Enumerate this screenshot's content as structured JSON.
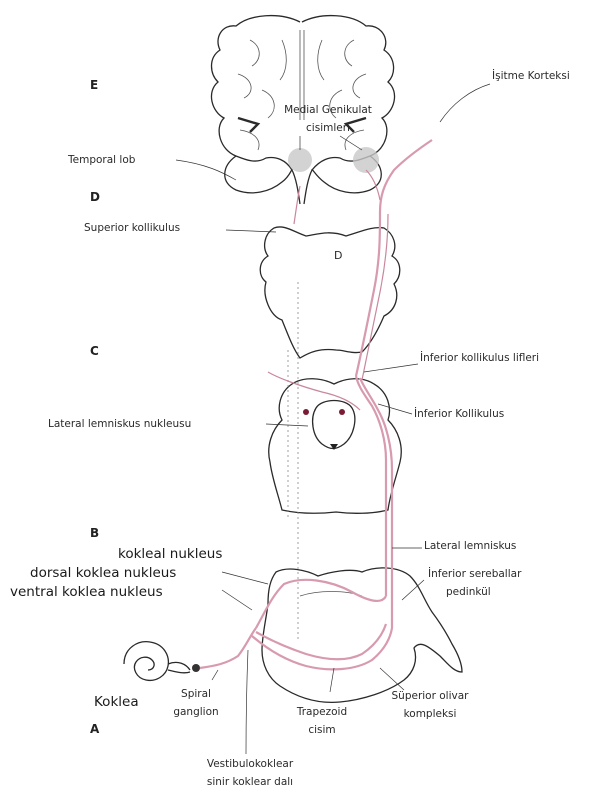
{
  "stages": {
    "e": "E",
    "d": "D",
    "c": "C",
    "b": "B",
    "a": "A"
  },
  "labels": {
    "isitme_korteksi": "İşitme Korteksi",
    "medial_genikulat_line1": "Medial Genikulat",
    "medial_genikulat_line2": "cisimleri",
    "temporal_lob": "Temporal lob",
    "superior_kollikulus": "Superior kollikulus",
    "midbrain_d": "D",
    "inferior_kollikulus_lifleri": "İnferior kollikulus lifleri",
    "lateral_lemniskus_nukleusu": "Lateral lemniskus nukleusu",
    "inferior_kollikulus": "İnferior Kollikulus",
    "lateral_lemniskus": "Lateral lemniskus",
    "kokleal_nukleus": "kokleal nukleus",
    "dorsal_koklea_nukleus": "dorsal koklea nukleus",
    "ventral_koklea_nukleus": "ventral koklea nukleus",
    "inferior_sereballar_line1": "İnferior sereballar",
    "inferior_sereballar_line2": "pedinkül",
    "koklea": "Koklea",
    "spiral_ganglion_line1": "Spiral",
    "spiral_ganglion_line2": "ganglion",
    "trapezoid_line1": "Trapezoid",
    "trapezoid_line2": "cisim",
    "superior_oliver_line1": "Süperior olivar",
    "superior_oliver_line2": "kompleksi",
    "vestibulokoklear_line1": "Vestibulokoklear",
    "vestibulokoklear_line2": "sinir koklear dalı"
  },
  "colors": {
    "pathway": "#d79aae",
    "outline": "#2a2a2a",
    "nucleus_highlight": "#c8c8c8"
  }
}
